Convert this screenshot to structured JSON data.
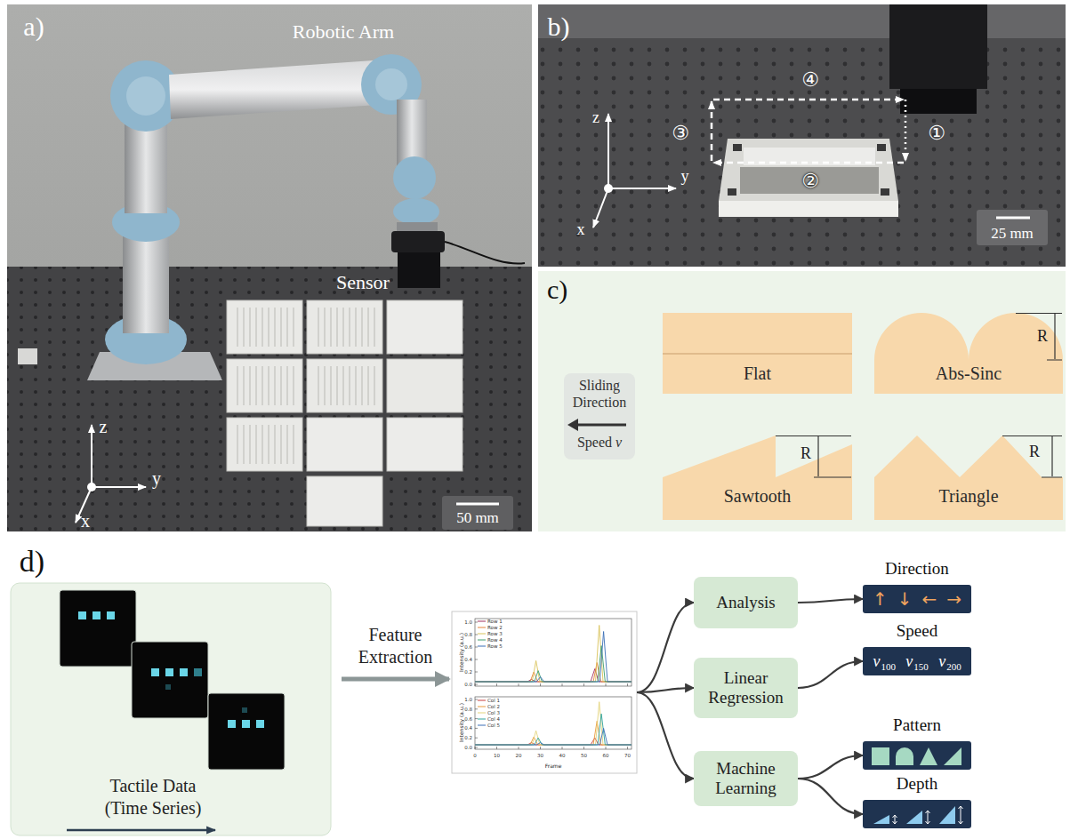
{
  "diagram": {
    "nodes": [
      {
        "text": [
          "c)"
        ]
      },
      {
        "text": [
          "Sliding Direction",
          "Speed",
          "v"
        ],
        "in": 0
      },
      {
        "text": [
          "Flat"
        ],
        "in": 0
      },
      {
        "text": [
          "Abs-Sinc"
        ],
        "in": 0
      },
      {
        "text": [
          "Sawtooth"
        ],
        "in": 0
      },
      {
        "text": [
          "Triangle"
        ],
        "in": 0
      },
      {
        "text": [
          "Tactile Data (Time Series)"
        ]
      },
      {
        "text": [
          "Intensity (a.u.)",
          "Intensity (a.u.)",
          "Frame"
        ]
      },
      {
        "text": [
          "Analysis"
        ]
      },
      {
        "text": [
          "Linear Regression"
        ]
      },
      {
        "text": [
          "Machine Learning"
        ]
      },
      {
        "text": [
          "Direction",
          "↑",
          "↓",
          "←",
          "→"
        ]
      },
      {
        "text": [
          "Speed",
          "v",
          "100",
          "v",
          "150",
          "v",
          "200"
        ]
      },
      {
        "text": [
          "Pattern"
        ]
      },
      {
        "text": [
          "Depth"
        ]
      }
    ],
    "edges": [
      {
        "from": 6,
        "to": 7,
        "arrow": "to",
        "label": "Feature Extraction"
      },
      {
        "from": 7,
        "to": 8,
        "arrow": "to"
      },
      {
        "from": 7,
        "to": 9,
        "arrow": "to"
      },
      {
        "from": 7,
        "to": 10,
        "arrow": "to"
      },
      {
        "from": 8,
        "to": 11,
        "arrow": "to"
      },
      {
        "from": 9,
        "to": 12,
        "arrow": "to"
      },
      {
        "from": 10,
        "to": 13,
        "arrow": "to"
      },
      {
        "from": 10,
        "to": 14,
        "arrow": "to"
      }
    ],
    "labels": [
      "a)",
      "Robotic Arm",
      "Sensor",
      "z",
      "y",
      "x",
      "50 mm",
      "b)",
      "④",
      "③",
      "①",
      "②",
      "z",
      "y",
      "x",
      "25 mm",
      "R",
      "R",
      "R",
      "d)",
      "0.0",
      "0.2",
      "0.4",
      "0.6",
      "0.8",
      "1.0",
      "0.0",
      "0.2",
      "0.4",
      "0.6",
      "0.8",
      "1.0",
      "0",
      "10",
      "20",
      "30",
      "40",
      "50",
      "60",
      "70"
    ],
    "legend": [
      {
        "text": "Row 1"
      },
      {
        "text": "Row 2"
      },
      {
        "text": "Row 3"
      },
      {
        "text": "Row 4"
      },
      {
        "text": "Row 5"
      },
      {
        "text": "Col 1"
      },
      {
        "text": "Col 2"
      },
      {
        "text": "Col 3"
      },
      {
        "text": "Col 4"
      },
      {
        "text": "Col 5"
      }
    ]
  }
}
